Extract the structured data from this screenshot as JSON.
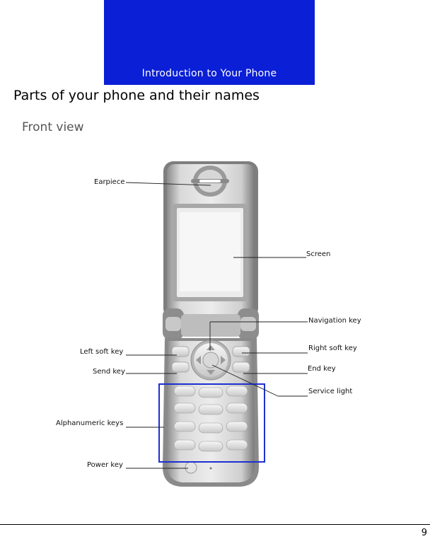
{
  "header": {
    "banner_title": "Introduction to Your Phone",
    "banner_color": "#0a1fd6"
  },
  "content": {
    "page_heading": "Parts of your phone and their names",
    "section_heading": "Front view"
  },
  "callouts": {
    "earpiece": "Earpiece",
    "screen": "Screen",
    "navigation_key": "Navigation key",
    "left_soft_key": "Left soft key",
    "right_soft_key": "Right soft key",
    "send_key": "Send key",
    "end_key": "End key",
    "service_light": "Service light",
    "alphanumeric_keys": "Alphanumeric keys",
    "power_key": "Power key"
  },
  "footer": {
    "page_number": "9"
  }
}
